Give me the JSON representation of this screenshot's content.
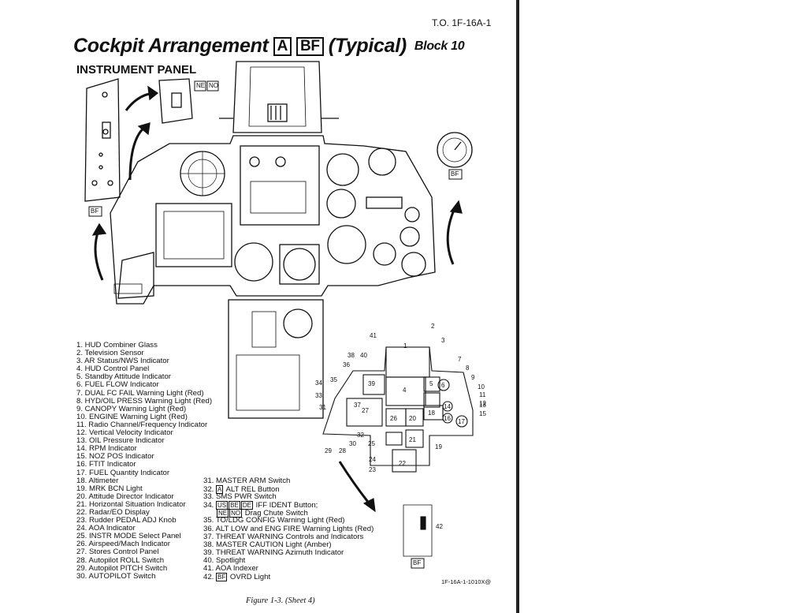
{
  "header": {
    "doc_id": "T.O. 1F-16A-1",
    "title_main": "Cockpit Arrangement",
    "title_box_a": "A",
    "title_box_bf": "BF",
    "title_typical": "(Typical)",
    "title_block": "Block 10",
    "subtitle": "INSTRUMENT PANEL"
  },
  "panel_tags": {
    "ne": "NE",
    "no": "NO",
    "bf_left": "BF",
    "bf_right": "BF",
    "bf_bottom": "BF"
  },
  "legend_left": [
    "1. HUD Combiner Glass",
    "2. Television Sensor",
    "3. AR Status/NWS Indicator",
    "4. HUD Control Panel",
    "5. Standby Attitude Indicator",
    "6. FUEL FLOW Indicator",
    "7. DUAL FC FAIL Warning Light (Red)",
    "8. HYD/OIL PRESS Warning Light (Red)",
    "9. CANOPY Warning Light (Red)",
    "10. ENGINE Warning Light (Red)",
    "11. Radio Channel/Frequency Indicator",
    "12. Vertical Velocity Indicator",
    "13. OIL Pressure Indicator",
    "14. RPM Indicator",
    "15. NOZ POS Indicator",
    "16. FTIT Indicator",
    "17. FUEL Quantity Indicator",
    "18. Altimeter",
    "19. MRK BCN Light",
    "20. Attitude Director Indicator",
    "21. Horizontal Situation Indicator",
    "22. Radar/EO Display",
    "23. Rudder PEDAL ADJ Knob",
    "24. AOA Indicator",
    "25. INSTR MODE Select Panel",
    "26. Airspeed/Mach Indicator",
    "27. Stores Control Panel",
    "28. Autopilot ROLL Switch",
    "29. Autopilot PITCH Switch",
    "30. AUTOPILOT Switch"
  ],
  "legend_right": {
    "item31": "31. MASTER ARM Switch",
    "item32_num": "32.",
    "item32_box": "A",
    "item32_text": "ALT REL Button",
    "item33": "33. SMS PWR Switch",
    "item34_num": "34.",
    "item34_box1": "US",
    "item34_box2": "BE",
    "item34_box3": "DE",
    "item34_text": "IFF IDENT Button;",
    "item34_box4": "NE",
    "item34_box5": "NO",
    "item34_text2": "Drag Chute Switch",
    "item35": "35. TO/LDG CONFIG Warning Light (Red)",
    "item36": "36. ALT LOW and ENG FIRE Warning Lights (Red)",
    "item37": "37. THREAT WARNING Controls and Indicators",
    "item38": "38. MASTER CAUTION Light (Amber)",
    "item39": "39. THREAT WARNING Azimuth Indicator",
    "item40": "40. Spotlight",
    "item41": "41. AOA Indexer",
    "item42_num": "42.",
    "item42_box": "BF",
    "item42_text": "OVRD Light"
  },
  "key_diagram_numbers": [
    "1",
    "2",
    "3",
    "4",
    "5",
    "6",
    "7",
    "8",
    "9",
    "10",
    "11",
    "12",
    "13",
    "14",
    "15",
    "16",
    "17",
    "18",
    "19",
    "20",
    "21",
    "22",
    "23",
    "24",
    "25",
    "26",
    "27",
    "28",
    "29",
    "30",
    "31",
    "32",
    "33",
    "34",
    "35",
    "36",
    "37",
    "38",
    "39",
    "40",
    "41",
    "42"
  ],
  "footer": {
    "code": "1F-16A-1-1010X@",
    "caption": "Figure 1-3.  (Sheet 4)"
  }
}
